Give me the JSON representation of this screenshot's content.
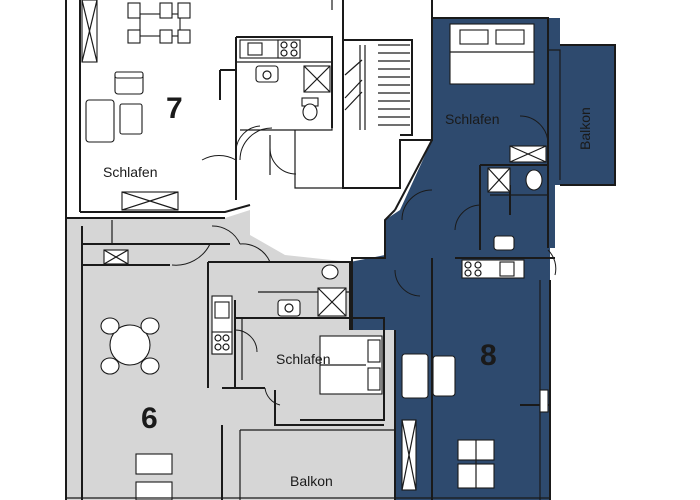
{
  "units": [
    {
      "number": "7",
      "label": "apartment-7"
    },
    {
      "number": "6",
      "label": "apartment-6"
    },
    {
      "number": "8",
      "label": "apartment-8"
    }
  ],
  "rooms": {
    "unit7_bedroom": "Schlafen",
    "unit8_bedroom": "Schlafen",
    "unit6_bedroom": "Schlafen",
    "unit8_balcony": "Balkon",
    "unit6_balcony": "Balkon"
  },
  "colors": {
    "unit6_fill": "#d6d6d6",
    "unit8_fill": "#2e4a6e",
    "unit7_fill": "#ffffff",
    "line": "#1a1a1a"
  }
}
